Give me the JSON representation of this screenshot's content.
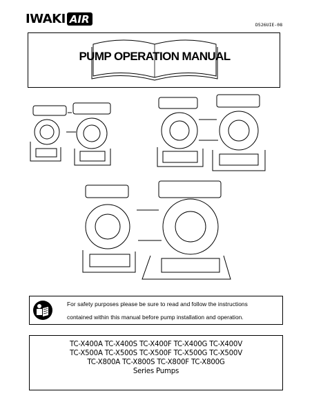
{
  "brand": {
    "name": "IWAKI",
    "badge": "AIR"
  },
  "doc_number": "D526UIE-08",
  "title": "PUMP OPERATION MANUAL",
  "safety": {
    "icon": "read-manual-icon",
    "line1": "For safety purposes please be sure to read and follow the instructions",
    "line2": "contained within this manual before pump installation and operation."
  },
  "models": {
    "lines": [
      "TC-X400A  TC-X400S  TC-X400F  TC-X400G  TC-X400V",
      "TC-X500A  TC-X500S  TC-X500F  TC-X500G  TC-X500V",
      "TC-X800A  TC-X800S  TC-X800F  TC-X800G",
      "Series Pumps"
    ]
  }
}
